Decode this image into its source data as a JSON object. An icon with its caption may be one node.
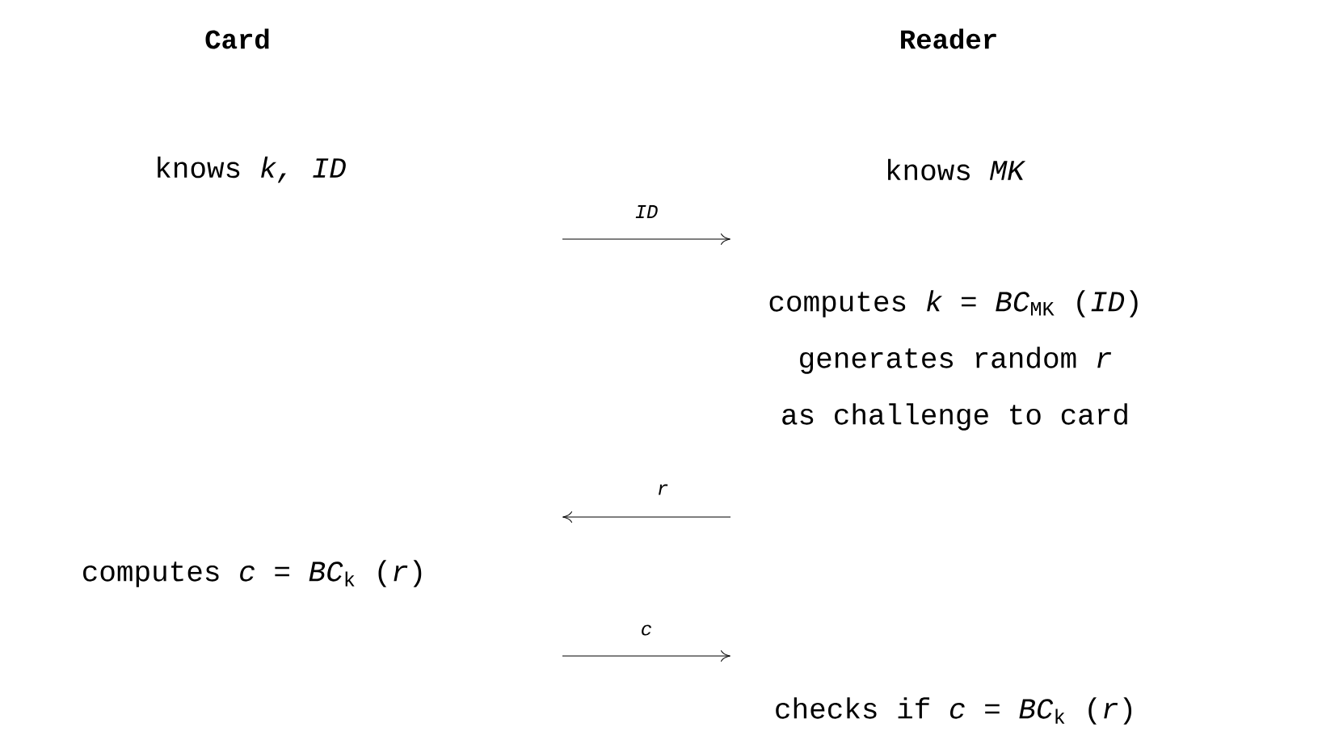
{
  "diagram": {
    "labels": [
      "Card",
      "Reader",
      "knows *k, ID*",
      "knows *MK*",
      "ID",
      "computes *k* = *BC*$_{MK}$ (*ID*)",
      "generates random *r*",
      "as challenge to card",
      "r",
      "computes *c* = *BC*$_{k}$ (*r*)",
      "c",
      "checks if *c* = *BC*$_{k}$ (*r*)"
    ]
  }
}
